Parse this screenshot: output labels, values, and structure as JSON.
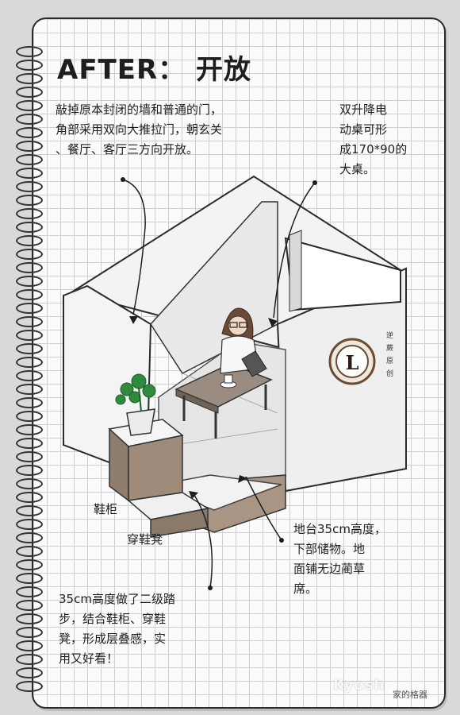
{
  "title": "AFTER： 开放",
  "notes": {
    "door_note": "敲掉原本封闭的墙和普通的门，\n角部采用双向大推拉门，朝玄关\n、餐厅、客厅三方向开放。",
    "desk_note": "双升降电\n动桌可形\n成170*90的\n大桌。",
    "floor_note": "地台35cm高度，\n下部储物。地\n面铺无边蔺草\n席。",
    "step_note": "35cm高度做了二级踏\n步，结合鞋柜、穿鞋\n凳，形成层叠感，实\n用又好看！"
  },
  "labels": {
    "shoe_cabinet": "鞋柜",
    "shoe_bench": "穿鞋凳"
  },
  "logo": {
    "letter": "L",
    "stamp_text": [
      "逆",
      "蕨",
      "原",
      "创"
    ]
  },
  "watermark": "Kyosh",
  "credit": "家的格器",
  "colors": {
    "page": "#fbfbfb",
    "grid": "#cfcfcf",
    "ink": "#1e1e1e",
    "wood": "#9b8a79",
    "floor": "#e6e6e6"
  }
}
